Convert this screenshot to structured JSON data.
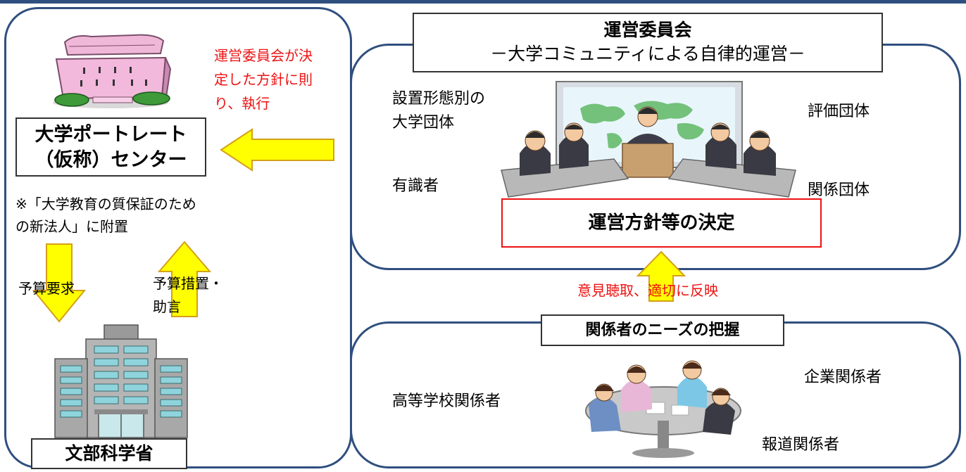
{
  "left": {
    "center_name_line1": "大学ポートレート",
    "center_name_line2": "（仮称）センター",
    "note_line1": "※「大学教育の質保証のため",
    "note_line2": "の新法人」に附置",
    "arrow_down_label": "予算要求",
    "arrow_up_label_line1": "予算措置・",
    "arrow_up_label_line2": "助言",
    "ministry": "文部科学省"
  },
  "middle": {
    "execute_line1": "運営委員会が決",
    "execute_line2": "定した方針に則",
    "execute_line3": "り、執行"
  },
  "committee": {
    "title": "運営委員会",
    "subtitle": "－大学コミュニティによる自律的運営－",
    "member_univ_line1": "設置形態別の",
    "member_univ_line2": "大学団体",
    "member_experts": "有識者",
    "member_eval": "評価団体",
    "member_related": "関係団体",
    "decision": "運営方針等の決定"
  },
  "feedback_label": "意見聴取、適切に反映",
  "needs": {
    "title": "関係者のニーズの把握",
    "highschool": "高等学校関係者",
    "company": "企業関係者",
    "press": "報道関係者"
  },
  "colors": {
    "frame": "#2f4f7f",
    "arrow_fill": "#ffff00",
    "arrow_stroke": "#d4a017",
    "accent_red": "#ee1111"
  }
}
